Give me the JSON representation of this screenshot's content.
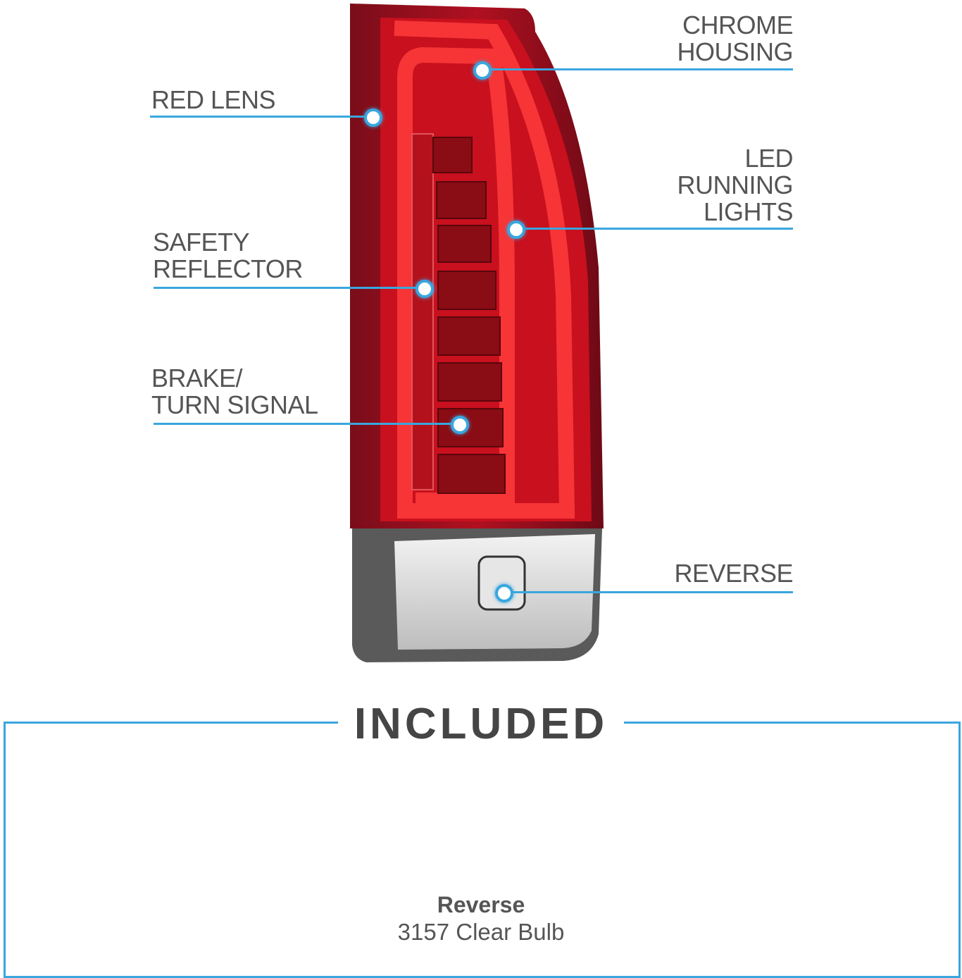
{
  "callouts": {
    "chrome_housing": [
      "CHROME",
      "HOUSING"
    ],
    "red_lens": "RED LENS",
    "led_running_lights": [
      "LED",
      "RUNNING",
      "LIGHTS"
    ],
    "safety_reflector": [
      "SAFETY",
      "REFLECTOR"
    ],
    "brake_turn_signal": [
      "BRAKE/",
      "TURN SIGNAL"
    ],
    "reverse": "REVERSE"
  },
  "included": {
    "title": "INCLUDED",
    "item_name": "Reverse",
    "item_desc": "3157 Clear Bulb"
  },
  "colors": {
    "accent": "#3aa6de",
    "text": "#555555"
  }
}
